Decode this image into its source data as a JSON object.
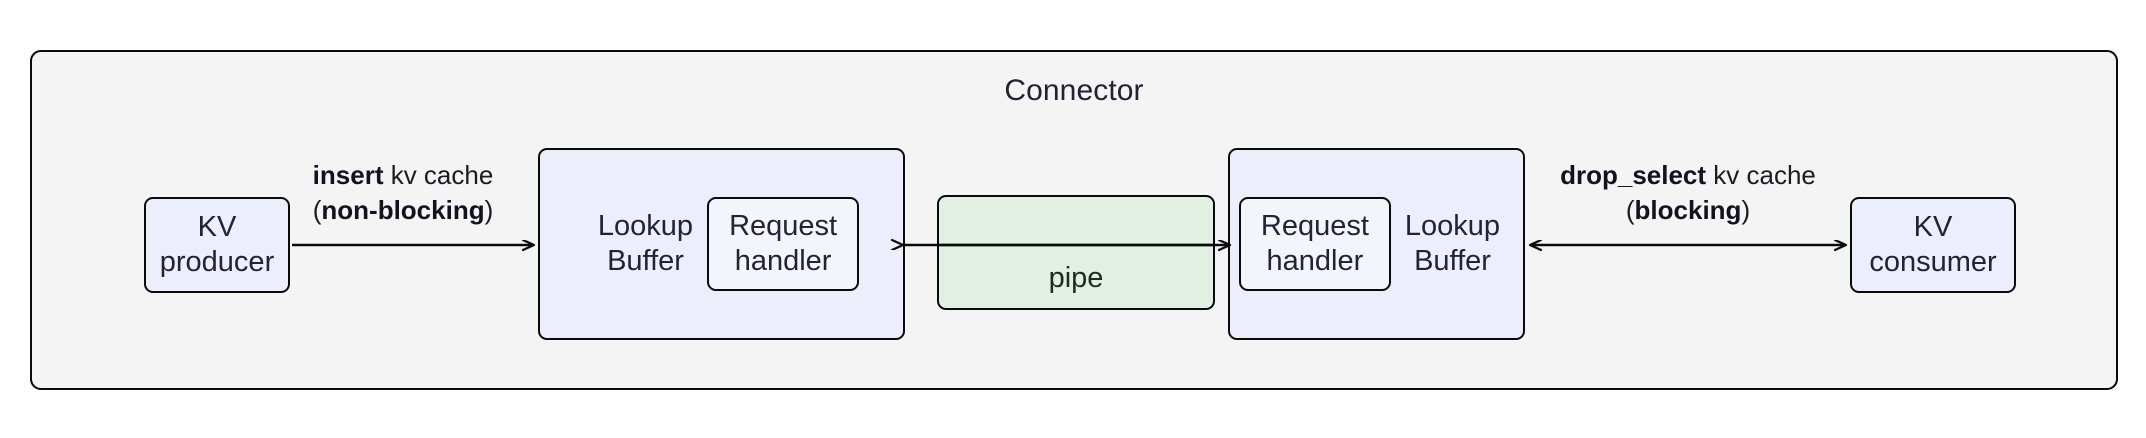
{
  "diagram": {
    "title": "Connector",
    "nodes": {
      "kv_producer": "KV\nproducer",
      "kv_consumer": "KV\nconsumer",
      "lookup_buffer_left": "Lookup\nBuffer",
      "lookup_buffer_right": "Lookup\nBuffer",
      "request_handler_left": "Request\nhandler",
      "request_handler_right": "Request\nhandler",
      "pipe": "pipe"
    },
    "edges": {
      "insert": {
        "op": "insert",
        "object": " kv cache",
        "mode_open": "(",
        "mode": "non-blocking",
        "mode_close": ")",
        "direction": "right"
      },
      "drop_select": {
        "op": "drop_select",
        "object": " kv cache",
        "mode_open": "(",
        "mode": "blocking",
        "mode_close": ")",
        "direction": "both"
      }
    },
    "colors": {
      "container_fill": "#f4f4f4",
      "node_fill": "#eceefb",
      "handler_fill": "#f4f5fc",
      "pipe_fill": "#e2f0e4",
      "stroke": "#0b0b0b",
      "text": "#232334"
    }
  }
}
